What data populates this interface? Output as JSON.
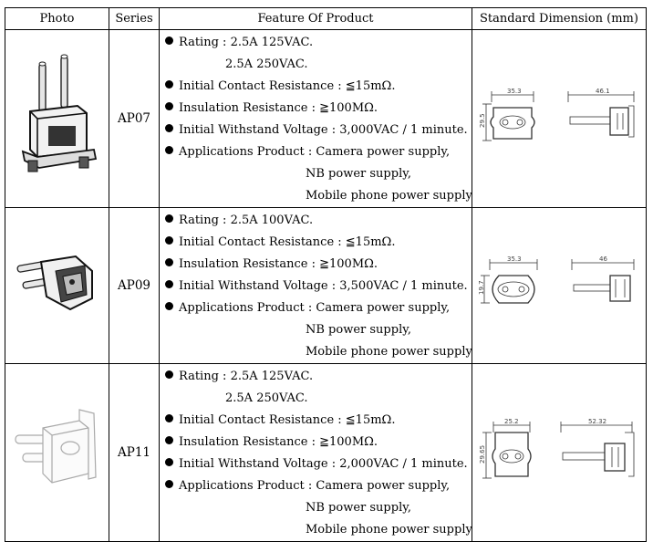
{
  "header": {
    "photo": "Photo",
    "series": "Series",
    "feature": "Feature Of Product",
    "dimension": "Standard Dimension (mm)"
  },
  "products": [
    {
      "series": "AP07",
      "rating_label": "Rating : ",
      "rating": [
        "2.5A 125VAC.",
        "2.5A 250VAC."
      ],
      "contact": "Initial Contact Resistance : ≦15mΩ.",
      "insulation": "Insulation Resistance : ≧100MΩ.",
      "withstand": "Initial Withstand Voltage : 3,000VAC / 1 minute.",
      "applications": [
        "Applications Product : Camera power supply,",
        "NB power supply,",
        "Mobile phone power supply"
      ],
      "dims": {
        "front_w": "35.3",
        "front_h": "29.5",
        "side_w": "46.1"
      }
    },
    {
      "series": "AP09",
      "rating_label": "Rating : ",
      "rating": [
        "2.5A 100VAC."
      ],
      "contact": "Initial Contact Resistance : ≦15mΩ.",
      "insulation": "Insulation Resistance : ≧100MΩ.",
      "withstand": "Initial Withstand Voltage : 3,500VAC / 1 minute.",
      "applications": [
        "Applications Product : Camera power supply,",
        "NB power supply,",
        "Mobile phone power supply"
      ],
      "dims": {
        "front_w": "35.3",
        "front_h": "19.7",
        "side_w": "46"
      }
    },
    {
      "series": "AP11",
      "rating_label": "Rating : ",
      "rating": [
        "2.5A 125VAC.",
        "2.5A 250VAC."
      ],
      "contact": "Initial Contact Resistance : ≦15mΩ.",
      "insulation": "Insulation Resistance : ≧100MΩ.",
      "withstand": "Initial Withstand Voltage : 2,000VAC / 1 minute.",
      "applications": [
        "Applications Product : Camera power supply,",
        "NB power supply,",
        "Mobile phone power supply"
      ],
      "dims": {
        "front_w": "25.2",
        "front_h": "29.65",
        "side_w": "52.32"
      }
    }
  ]
}
